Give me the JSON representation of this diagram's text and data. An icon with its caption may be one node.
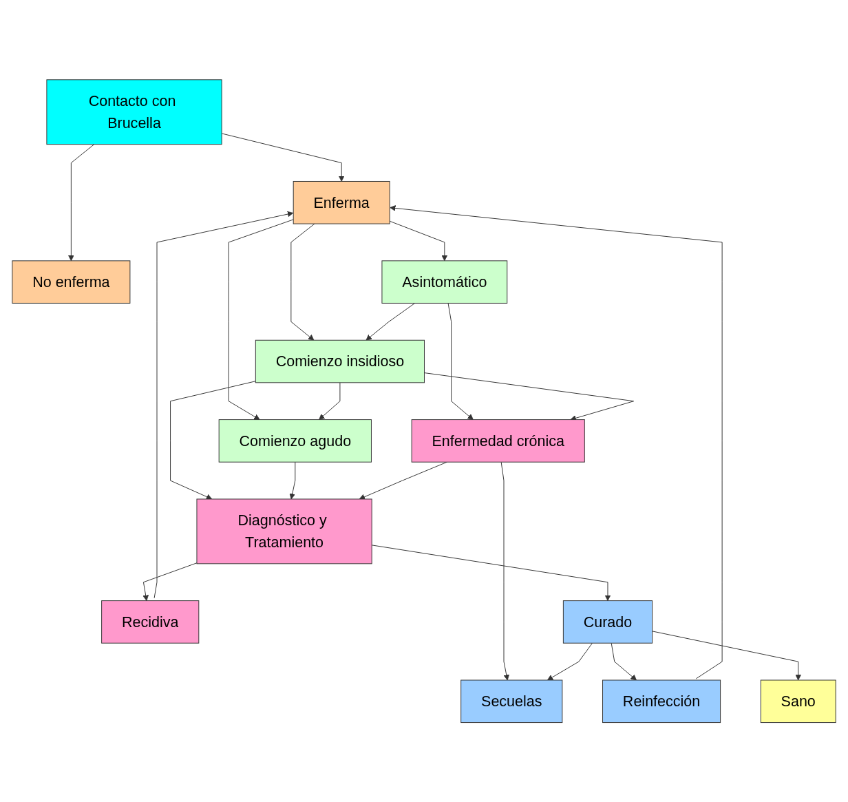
{
  "diagram": {
    "nodes": [
      {
        "text": [
          "Contacto con Brucella"
        ]
      },
      {
        "text": [
          "No enferma"
        ]
      },
      {
        "text": [
          "Enferma"
        ]
      },
      {
        "text": [
          "Asintomático"
        ]
      },
      {
        "text": [
          "Comienzo insidioso"
        ]
      },
      {
        "text": [
          "Comienzo agudo"
        ]
      },
      {
        "text": [
          "Enfermedad crónica"
        ]
      },
      {
        "text": [
          "Diagnóstico y Tratamiento"
        ]
      },
      {
        "text": [
          "Recidiva"
        ]
      },
      {
        "text": [
          "Secuelas"
        ]
      },
      {
        "text": [
          "Curado"
        ]
      },
      {
        "text": [
          "Reinfección"
        ]
      },
      {
        "text": [
          "Sano"
        ]
      }
    ],
    "edges": [
      {
        "from": 0,
        "to": 1,
        "arrow": "to"
      },
      {
        "from": 0,
        "to": 2,
        "arrow": "to"
      },
      {
        "from": 2,
        "to": 3,
        "arrow": "to"
      },
      {
        "from": 2,
        "to": 4,
        "arrow": "to"
      },
      {
        "from": 2,
        "to": 5,
        "arrow": "to"
      },
      {
        "from": 3,
        "to": 4,
        "arrow": "to"
      },
      {
        "from": 4,
        "to": 5,
        "arrow": "to"
      },
      {
        "from": 3,
        "to": 6,
        "arrow": "to"
      },
      {
        "from": 4,
        "to": 6,
        "arrow": "to"
      },
      {
        "from": 4,
        "to": 7,
        "arrow": "to"
      },
      {
        "from": 5,
        "to": 7,
        "arrow": "to"
      },
      {
        "from": 6,
        "to": 7,
        "arrow": "to"
      },
      {
        "from": 7,
        "to": 8,
        "arrow": "to"
      },
      {
        "from": 6,
        "to": 9,
        "arrow": "to"
      },
      {
        "from": 7,
        "to": 10,
        "arrow": "to"
      },
      {
        "from": 10,
        "to": 9,
        "arrow": "to"
      },
      {
        "from": 10,
        "to": 11,
        "arrow": "to"
      },
      {
        "from": 10,
        "to": 12,
        "arrow": "to"
      },
      {
        "from": 8,
        "to": 2,
        "arrow": "to"
      },
      {
        "from": 11,
        "to": 2,
        "arrow": "to"
      }
    ]
  }
}
